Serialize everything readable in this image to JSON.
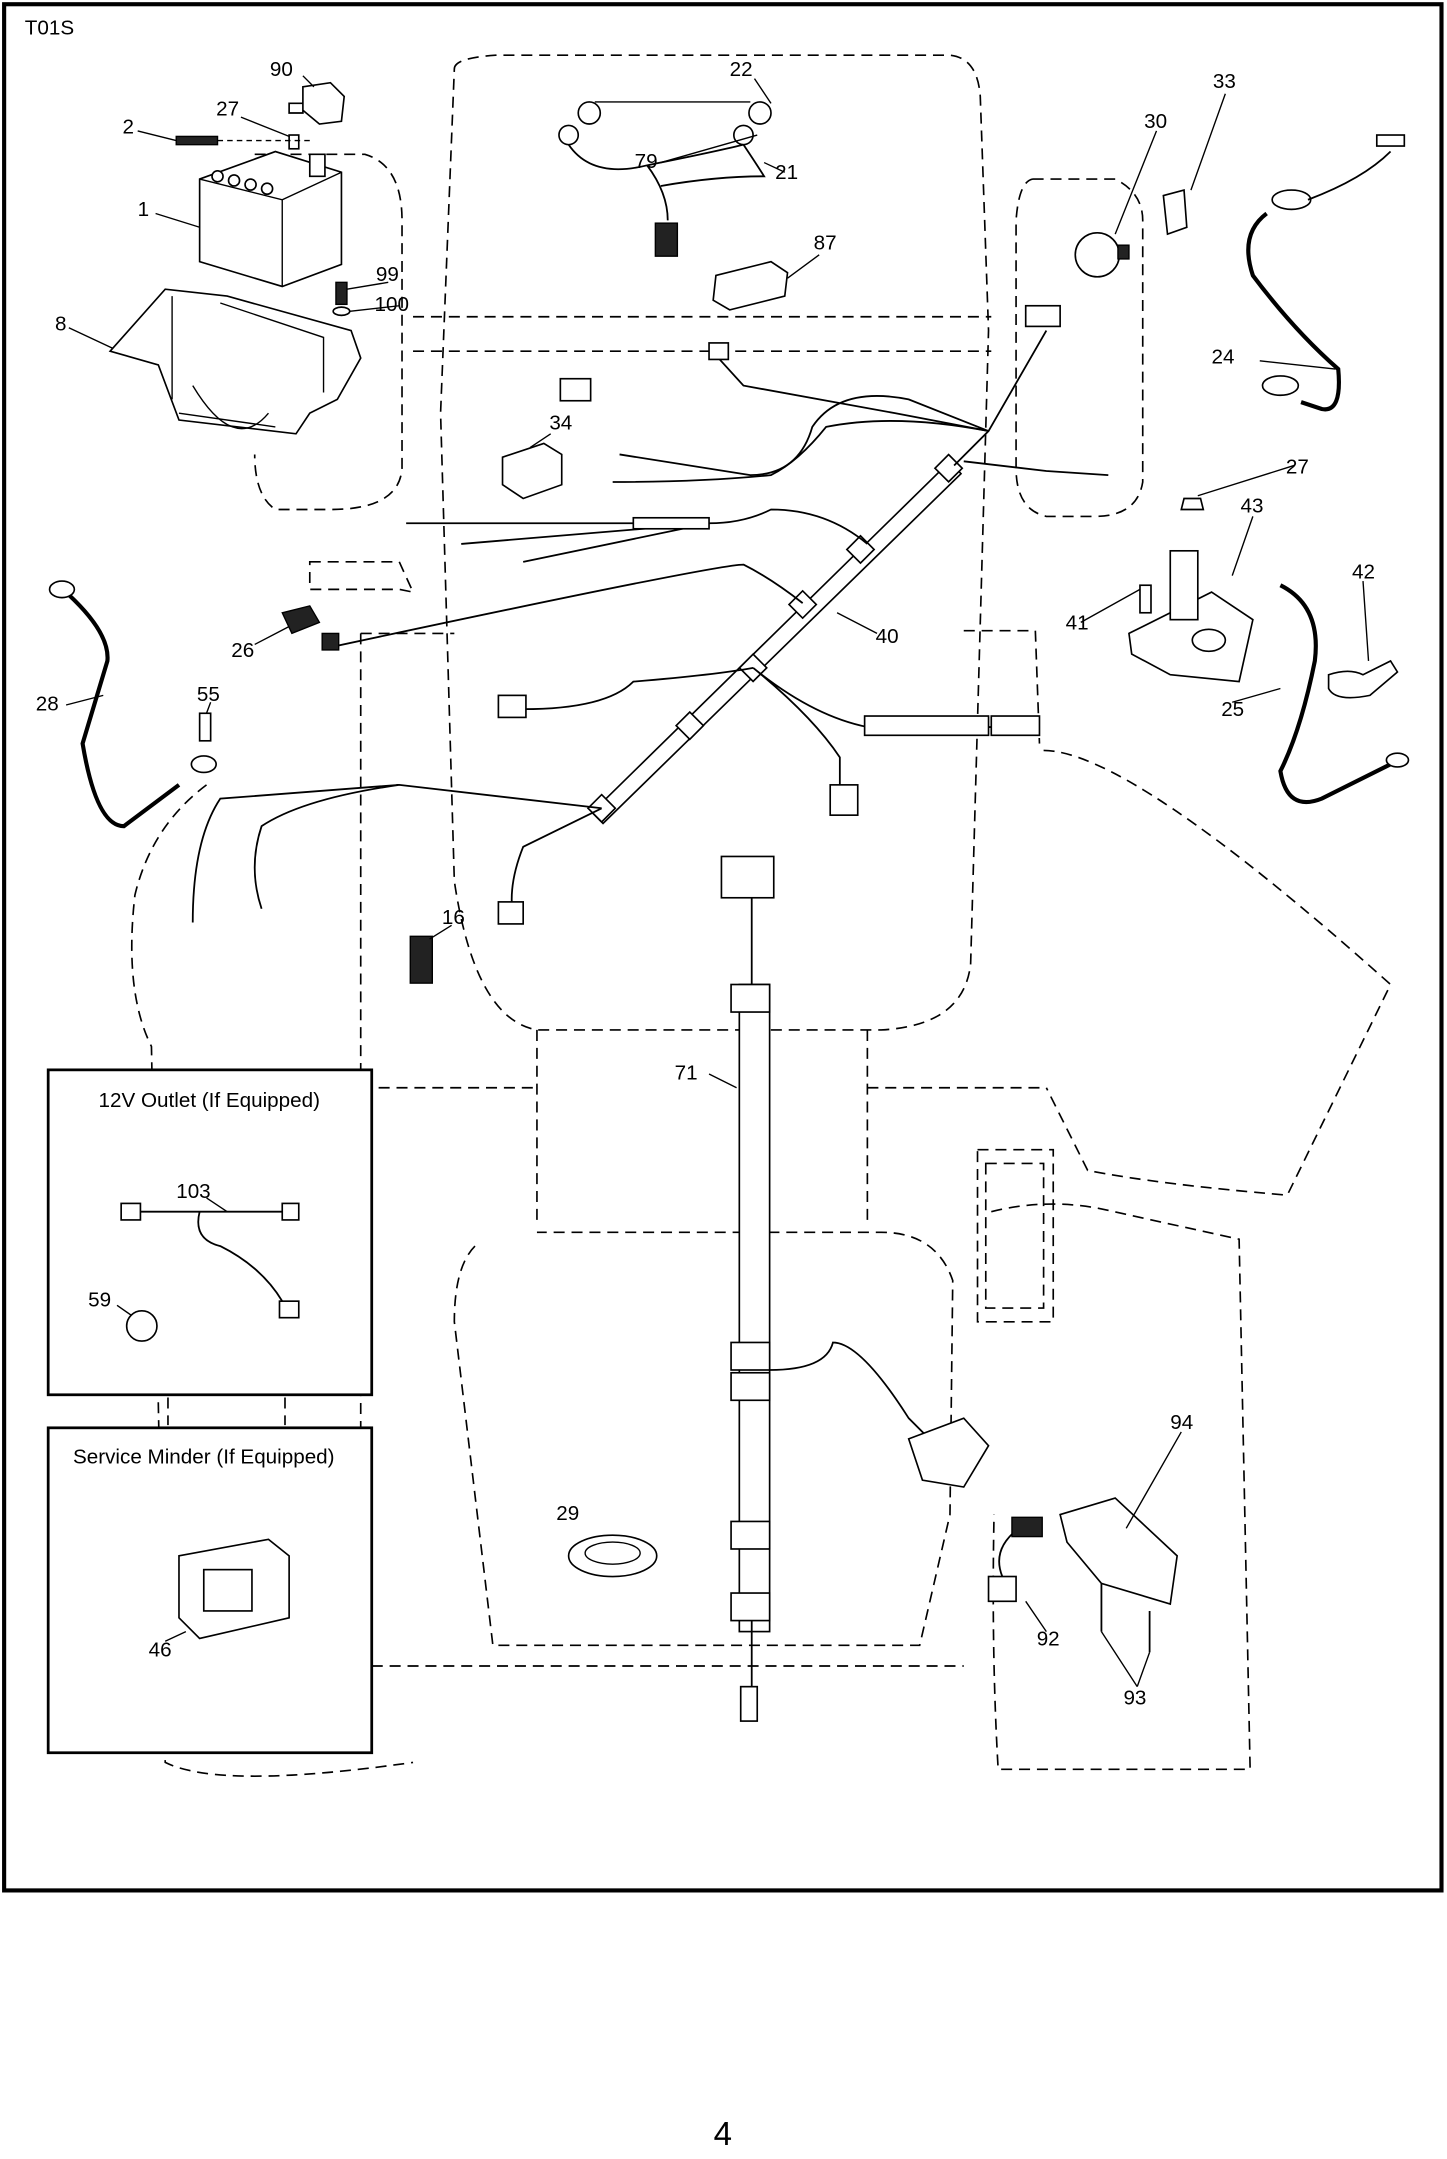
{
  "diagram": {
    "code": "T01S",
    "page_number": "4",
    "boxes": {
      "outlet_title": "12V Outlet (If Equipped)",
      "service_minder_title": "Service Minder (If Equipped)"
    },
    "callouts": {
      "p90": "90",
      "p27a": "27",
      "p2": "2",
      "p1": "1",
      "p99": "99",
      "p100": "100",
      "p8": "8",
      "p22": "22",
      "p79": "79",
      "p21": "21",
      "p87": "87",
      "p30": "30",
      "p33": "33",
      "p24": "24",
      "p34": "34",
      "p27b": "27",
      "p43": "43",
      "p42": "42",
      "p41": "41",
      "p40": "40",
      "p26": "26",
      "p25": "25",
      "p28": "28",
      "p55": "55",
      "p16": "16",
      "p71": "71",
      "p103": "103",
      "p59": "59",
      "p94": "94",
      "p29": "29",
      "p92": "92",
      "p46": "46",
      "p93": "93"
    }
  }
}
